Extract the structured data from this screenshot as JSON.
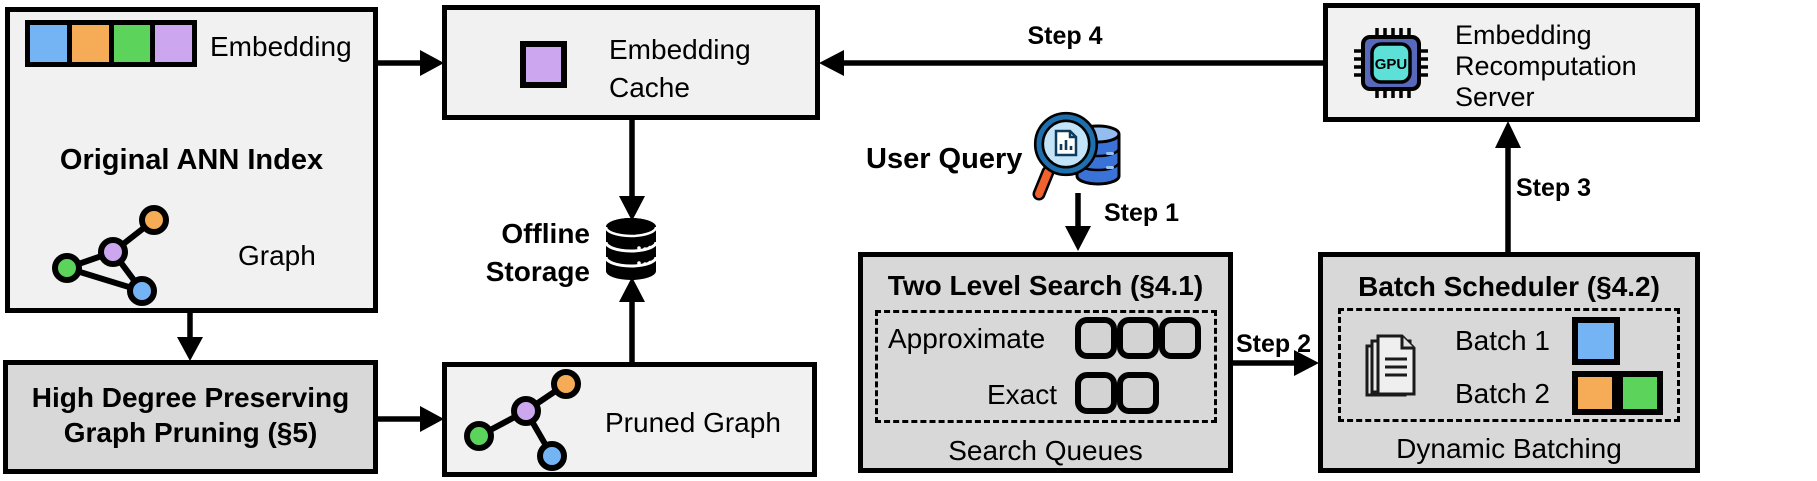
{
  "palette": {
    "blue": "#74b4f4",
    "orange": "#f6ab56",
    "green": "#5cd45c",
    "purple": "#cda6f0",
    "box_light": "#f1f1f1",
    "box_dark": "#d8d8d8",
    "queue_fill": "#d3d3d3",
    "gpu_body": "#5868bb",
    "gpu_screen": "#5ce0d8",
    "magnifier_rim": "#1f6fae",
    "magnifier_lens": "#c3e4f8",
    "handle_orange": "#f2622e",
    "db_blue": "#3b72d8",
    "db_blue_light": "#93bdf0"
  },
  "boxes": {
    "original_ann_index": {
      "title": "Original ANN Index",
      "embedding_label": "Embedding",
      "graph_label": "Graph"
    },
    "embedding_cache": {
      "lines": [
        "Embedding",
        "Cache"
      ]
    },
    "embedding_recomputation_server": {
      "lines": [
        "Embedding",
        "Recomputation",
        "Server"
      ],
      "gpu_text": "GPU"
    },
    "high_degree_pruning": {
      "lines": [
        "High Degree Preserving",
        "Graph Pruning (§5)"
      ]
    },
    "pruned_graph": {
      "label": "Pruned Graph"
    },
    "two_level_search": {
      "title": "Two Level Search (§4.1)",
      "rows": [
        {
          "label": "Approximate",
          "queue_count": 3
        },
        {
          "label": "Exact",
          "queue_count": 2
        }
      ],
      "caption": "Search Queues"
    },
    "batch_scheduler": {
      "title": "Batch Scheduler (§4.2)",
      "batches": [
        {
          "label": "Batch 1",
          "colors": [
            "blue"
          ]
        },
        {
          "label": "Batch 2",
          "colors": [
            "orange",
            "green"
          ]
        }
      ],
      "caption": "Dynamic Batching"
    }
  },
  "annotations": {
    "user_query": "User Query",
    "offline_storage_lines": [
      "Offline",
      "Storage"
    ],
    "steps": [
      "Step 1",
      "Step 2",
      "Step 3",
      "Step 4"
    ]
  }
}
